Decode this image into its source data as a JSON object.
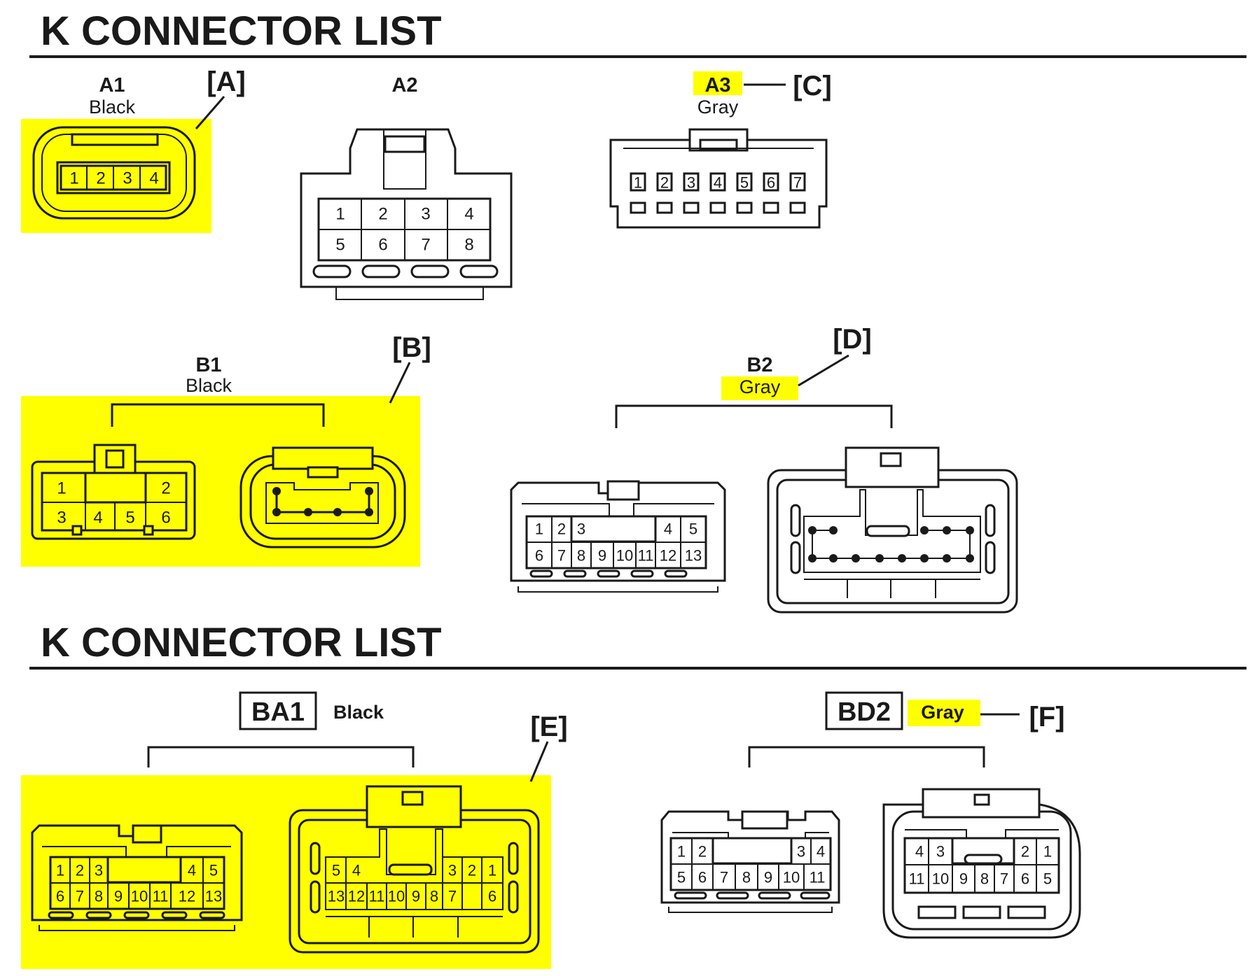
{
  "sections": [
    {
      "title": "K  CONNECTOR LIST"
    },
    {
      "title": "K  CONNECTOR LIST"
    }
  ],
  "connectors": {
    "a1": {
      "code": "A1",
      "color": "Black",
      "callout": "[A]",
      "pins": [
        "1",
        "2",
        "3",
        "4"
      ]
    },
    "a2": {
      "code": "A2",
      "pins": [
        "1",
        "2",
        "3",
        "4",
        "5",
        "6",
        "7",
        "8"
      ]
    },
    "a3": {
      "code": "A3",
      "color": "Gray",
      "callout": "[C]",
      "pins": [
        "1",
        "2",
        "3",
        "4",
        "5",
        "6",
        "7"
      ]
    },
    "b1": {
      "code": "B1",
      "color": "Black",
      "callout": "[B]",
      "pins": [
        "1",
        "2",
        "3",
        "4",
        "5",
        "6"
      ]
    },
    "b2": {
      "code": "B2",
      "color": "Gray",
      "callout": "[D]",
      "pins": [
        "1",
        "2",
        "3",
        "4",
        "5",
        "6",
        "7",
        "8",
        "9",
        "10",
        "11",
        "12",
        "13"
      ]
    },
    "ba1": {
      "code": "BA1",
      "color": "Black",
      "callout": "[E]",
      "pins": [
        "1",
        "2",
        "3",
        "4",
        "5",
        "6",
        "7",
        "8",
        "9",
        "10",
        "11",
        "12",
        "13"
      ],
      "rear_pins": [
        "5",
        "4",
        "3",
        "2",
        "1",
        "13",
        "12",
        "11",
        "10",
        "9",
        "8",
        "7",
        "6"
      ]
    },
    "bd2": {
      "code": "BD2",
      "color": "Gray",
      "callout": "[F]",
      "pins": [
        "1",
        "2",
        "3",
        "4",
        "5",
        "6",
        "7",
        "8",
        "9",
        "10",
        "11"
      ],
      "rear_pins": [
        "4",
        "3",
        "2",
        "1",
        "11",
        "10",
        "9",
        "8",
        "7",
        "6",
        "5"
      ]
    }
  },
  "colors": {
    "highlight": "#ffff00",
    "ink": "#1a1a1a"
  }
}
